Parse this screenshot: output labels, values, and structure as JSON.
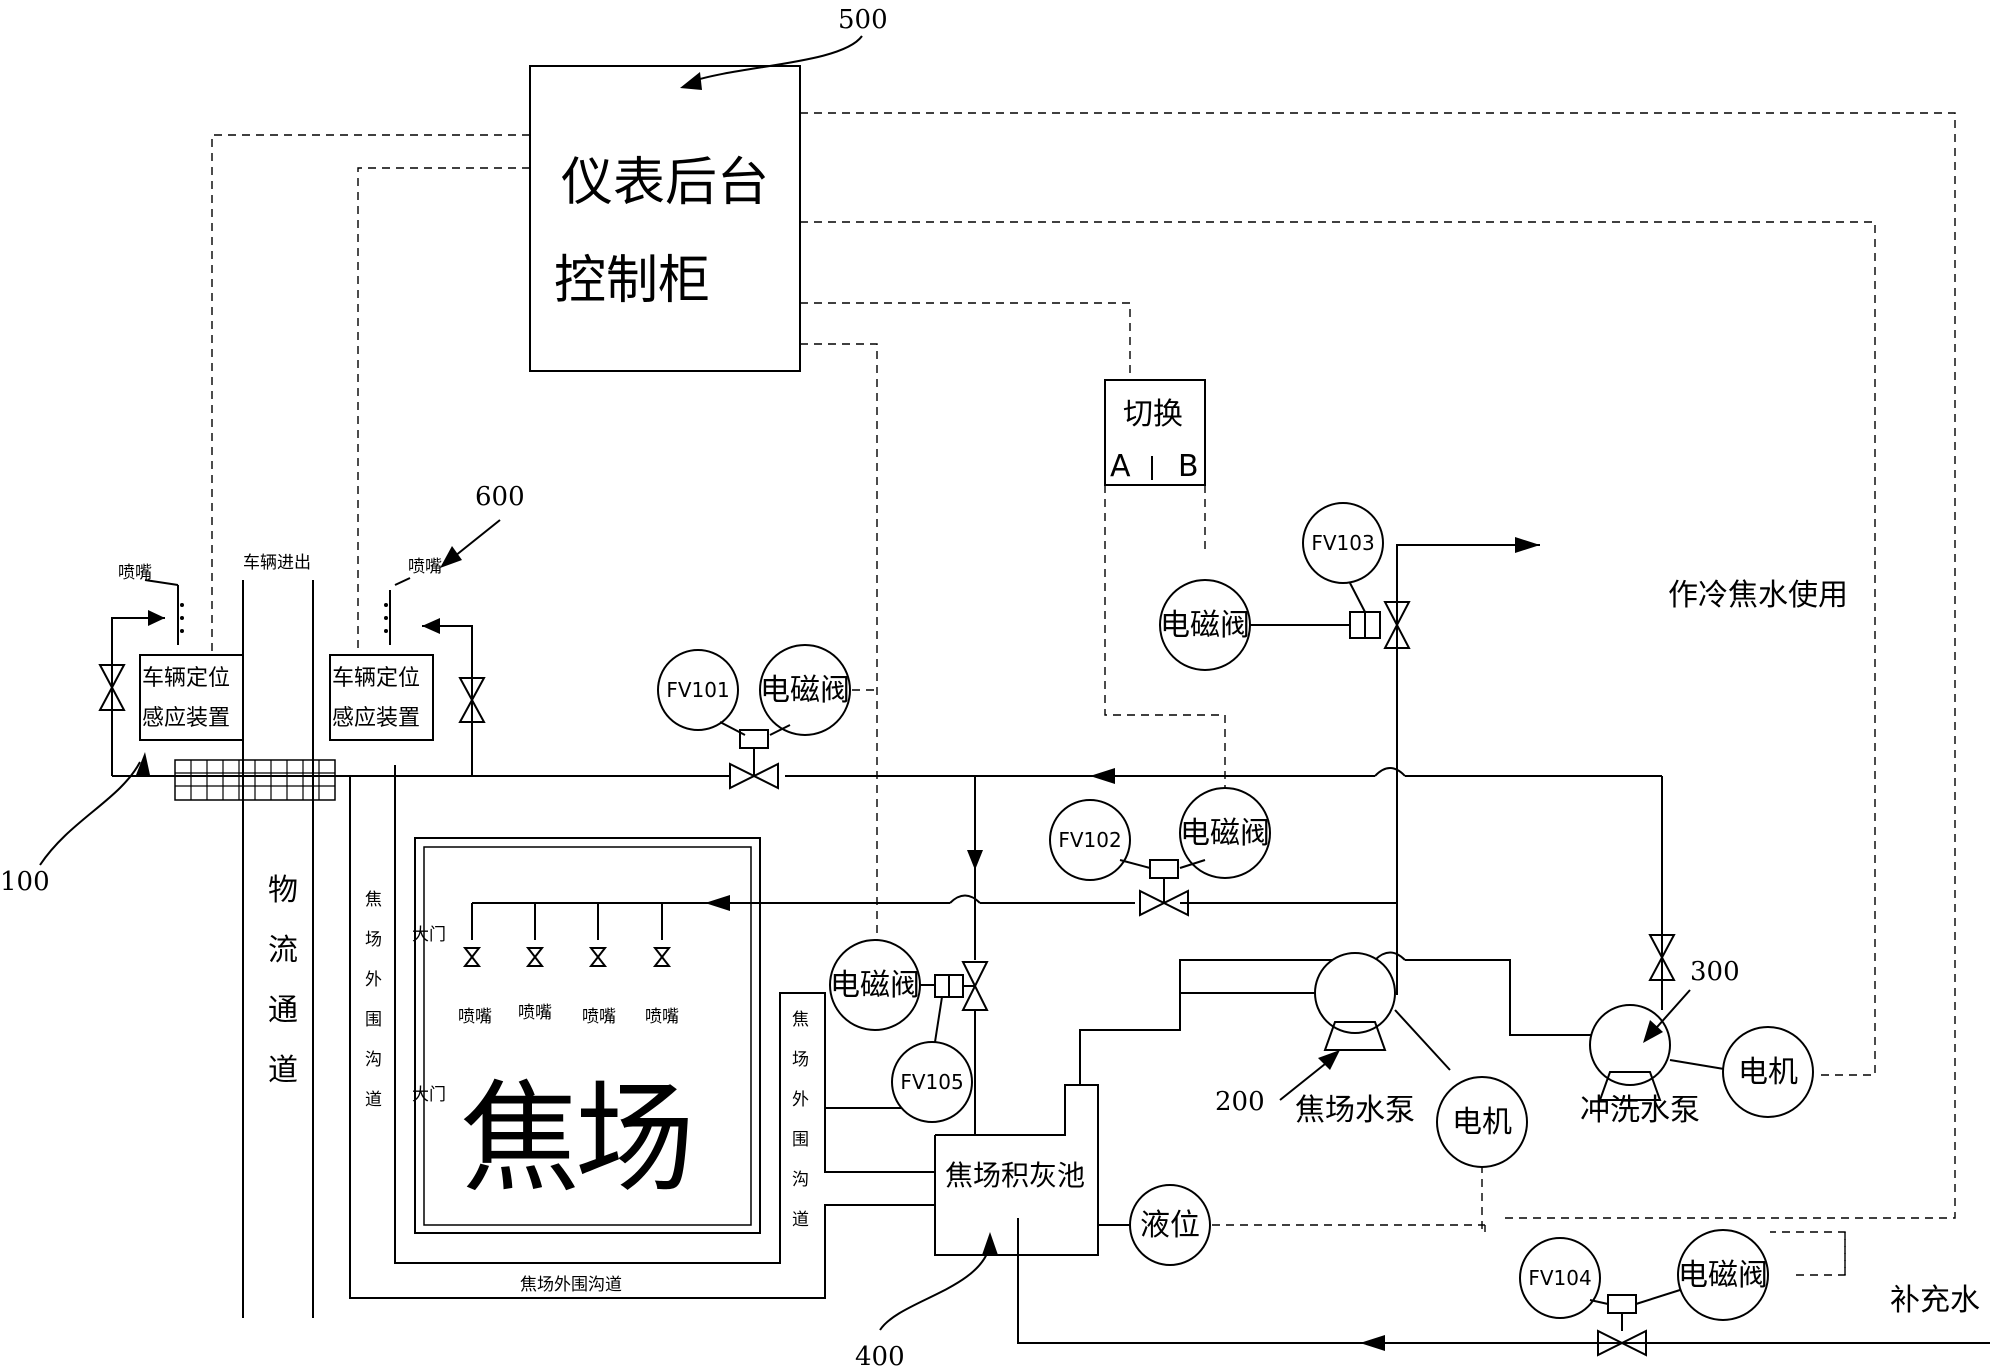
{
  "control_cabinet": {
    "line1": "仪表后台",
    "line2": "控制柜",
    "ref": "500"
  },
  "switch_box": {
    "title": "切换",
    "a": "A",
    "b": "B"
  },
  "refs": {
    "r100": "100",
    "r200": "200",
    "r300": "300",
    "r400": "400",
    "r600": "600"
  },
  "valve_tags": {
    "fv101": "FV101",
    "fv102": "FV102",
    "fv103": "FV103",
    "fv104": "FV104",
    "fv105": "FV105"
  },
  "solenoid": "电磁阀",
  "motor": "电机",
  "level": "液位",
  "nozzle": "喷嘴",
  "gate": "大门",
  "sensor": {
    "line1": "车辆定位",
    "line2": "感应装置"
  },
  "labels": {
    "vehicle_in_out": "车辆进出",
    "logistics_channel": "物流通道",
    "coke_yard": "焦场",
    "perimeter_ditch_vertical": "焦场外围沟道",
    "perimeter_ditch": "焦场外围沟道",
    "ash_pool": "焦场积灰池",
    "coke_pump": "焦场水泵",
    "flush_pump": "冲洗水泵",
    "cold_coke_water": "作冷焦水使用",
    "makeup_water": "补充水"
  }
}
